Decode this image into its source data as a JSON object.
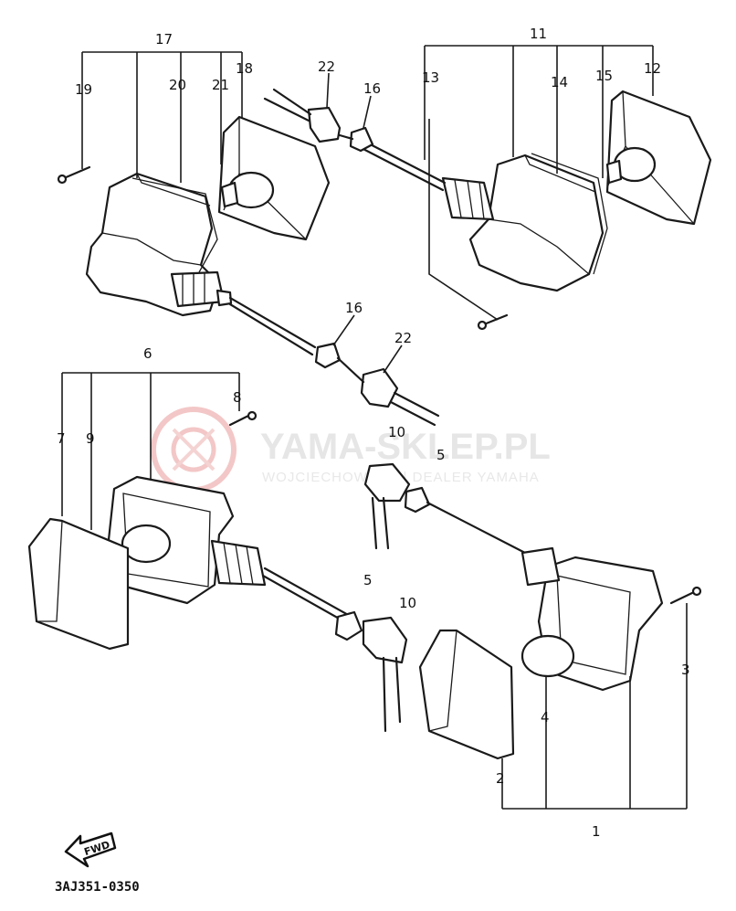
{
  "watermark": {
    "title": "YAMA-SKLEP.PL",
    "subtitle": "WOJCIECHOWSCY | DEALER YAMAHA"
  },
  "direction_badge": "FWD",
  "diagram_code": "3AJ351-0350",
  "callouts": {
    "c1": "1",
    "c2": "2",
    "c3": "3",
    "c4": "4",
    "c5a": "5",
    "c5b": "5",
    "c6": "6",
    "c7": "7",
    "c8": "8",
    "c9": "9",
    "c10a": "10",
    "c10b": "10",
    "c11": "11",
    "c12": "12",
    "c13": "13",
    "c14": "14",
    "c15": "15",
    "c16a": "16",
    "c16b": "16",
    "c17": "17",
    "c18": "18",
    "c19": "19",
    "c20": "20",
    "c21": "21",
    "c22a": "22",
    "c22b": "22"
  },
  "colors": {
    "line": "#1a1a1a",
    "watermark_red": "#f3c7c7"
  }
}
